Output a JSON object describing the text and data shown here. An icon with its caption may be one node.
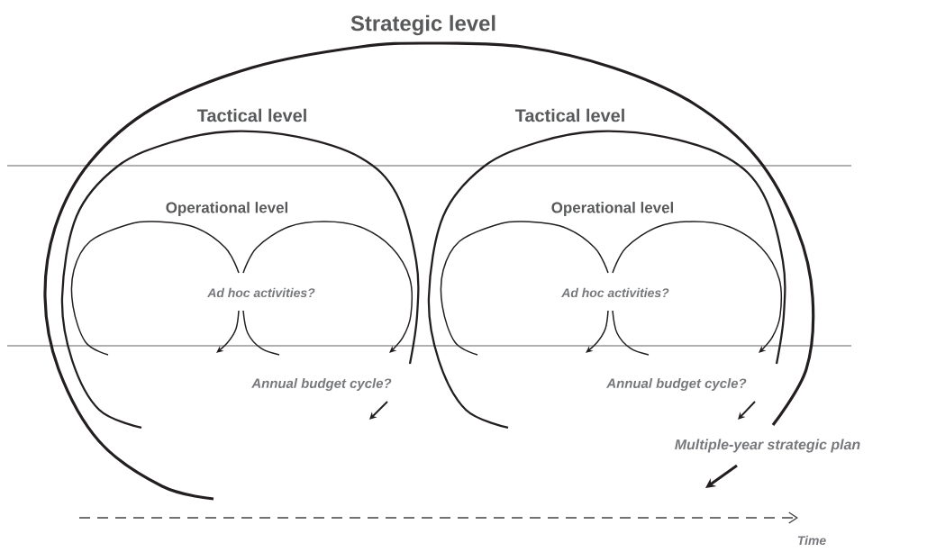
{
  "diagram": {
    "labels": [
      "Strategic level",
      "Tactical level",
      "Tactical level",
      "Operational level",
      "Operational level",
      "Ad hoc activities?",
      "Ad hoc activities?",
      "Annual budget cycle?",
      "Annual budget cycle?",
      "Multiple-year strategic plan",
      "Time"
    ]
  }
}
